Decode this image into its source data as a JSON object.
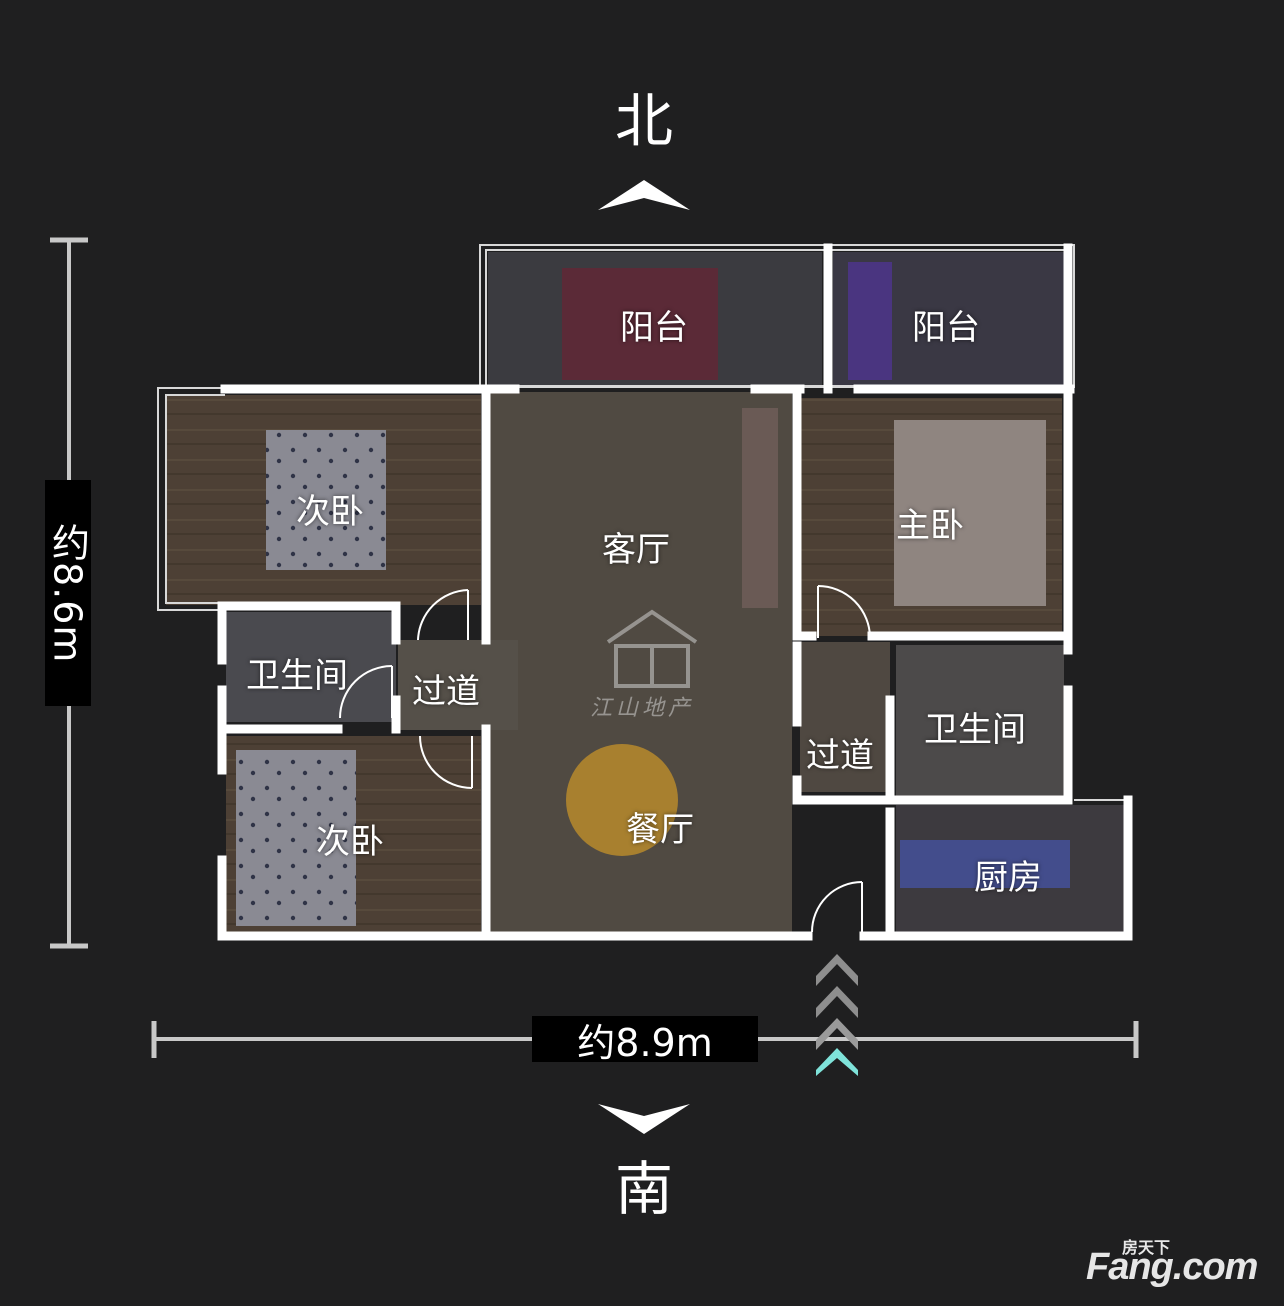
{
  "compass": {
    "north": "北",
    "south": "南"
  },
  "dimensions": {
    "height": "约8.6m",
    "width": "约8.9m"
  },
  "rooms": [
    {
      "id": "balcony-1",
      "label": "阳台"
    },
    {
      "id": "balcony-2",
      "label": "阳台"
    },
    {
      "id": "second-bedroom-1",
      "label": "次卧"
    },
    {
      "id": "living-room",
      "label": "客厅"
    },
    {
      "id": "master-bedroom",
      "label": "主卧"
    },
    {
      "id": "bathroom-1",
      "label": "卫生间"
    },
    {
      "id": "corridor-1",
      "label": "过道"
    },
    {
      "id": "corridor-2",
      "label": "过道"
    },
    {
      "id": "bathroom-2",
      "label": "卫生间"
    },
    {
      "id": "second-bedroom-2",
      "label": "次卧"
    },
    {
      "id": "dining-room",
      "label": "餐厅"
    },
    {
      "id": "kitchen",
      "label": "厨房"
    }
  ],
  "center_watermark": "江山地产",
  "brand": {
    "small": "房天下",
    "main": "Fang.com"
  },
  "colors": {
    "background": "#1f1f20",
    "wall": "#ffffff",
    "entrance_arrow": "#7fe3da",
    "dim_line": "#c8c8c8"
  }
}
